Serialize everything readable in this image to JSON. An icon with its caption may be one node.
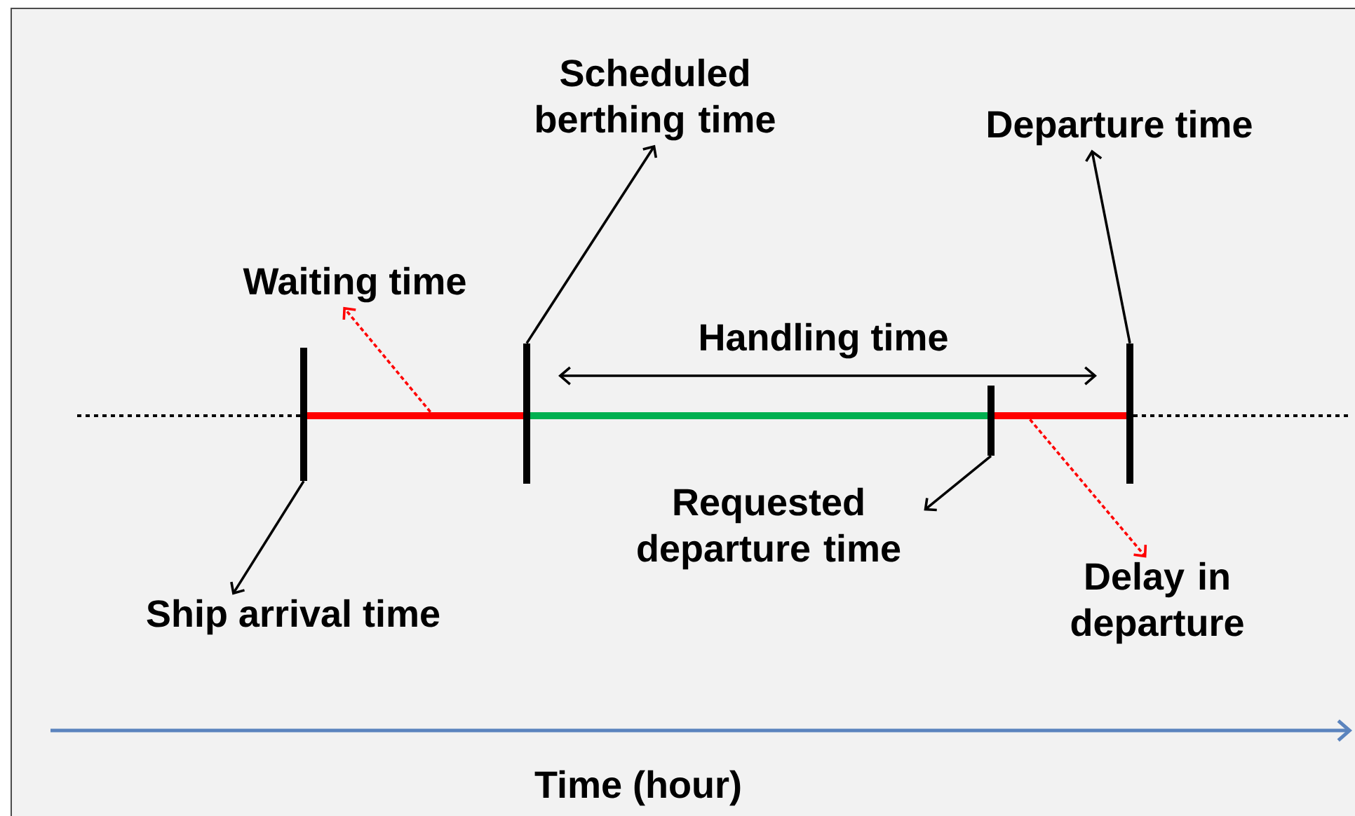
{
  "diagram": {
    "nodes": [
      {
        "text": [
          "Scheduled berthing time"
        ]
      },
      {
        "text": [
          "Departure time"
        ]
      },
      {
        "text": [
          "Waiting time"
        ]
      },
      {
        "text": [
          "Handling time"
        ]
      },
      {
        "text": [
          "Requested departure time"
        ]
      },
      {
        "text": [
          "Ship arrival time"
        ]
      },
      {
        "text": [
          "Delay in departure"
        ]
      },
      {
        "text": [],
        "shape": "bar"
      },
      {
        "text": [],
        "shape": "bar"
      },
      {
        "text": [],
        "shape": "bar"
      },
      {
        "text": [],
        "shape": "bar"
      },
      {
        "text": [],
        "shape": "bar"
      },
      {
        "text": [],
        "shape": "bar"
      },
      {
        "text": [],
        "shape": "bar"
      }
    ],
    "edges": [
      {
        "from": 7,
        "to": 5,
        "arrow": "to"
      },
      {
        "from": 8,
        "to": 0,
        "arrow": "to"
      },
      {
        "from": 10,
        "to": 1,
        "arrow": "to"
      },
      {
        "from": 9,
        "to": 4,
        "arrow": "to"
      },
      {
        "from": 11,
        "to": 2,
        "arrow": "to",
        "style": "dashed",
        "color": "#ff0000"
      },
      {
        "from": 13,
        "to": 6,
        "arrow": "to",
        "style": "dashed",
        "color": "#ff0000"
      }
    ],
    "labels": [
      "Time (hour)"
    ]
  }
}
